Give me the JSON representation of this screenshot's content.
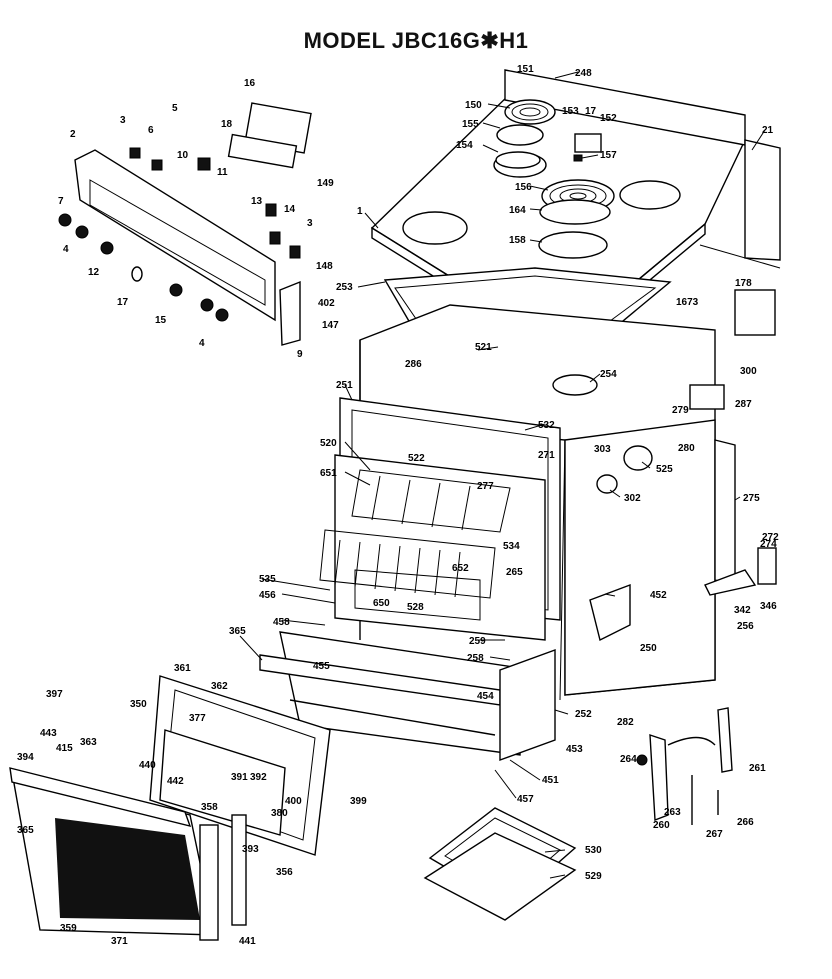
{
  "title": "MODEL JBC16G✱H1",
  "labels": [
    "248",
    "151",
    "150",
    "153",
    "17",
    "152",
    "155",
    "154",
    "157",
    "156",
    "164",
    "158",
    "21",
    "1",
    "253",
    "178",
    "1673",
    "521",
    "286",
    "254",
    "300",
    "251",
    "287",
    "279",
    "532",
    "271",
    "280",
    "303",
    "525",
    "520",
    "522",
    "651",
    "277",
    "275",
    "302",
    "272",
    "274",
    "534",
    "652",
    "265",
    "346",
    "535",
    "452",
    "456",
    "650",
    "528",
    "342",
    "256",
    "458",
    "259",
    "258",
    "250",
    "365",
    "455",
    "454",
    "252",
    "361",
    "362",
    "397",
    "350",
    "377",
    "443",
    "363",
    "415",
    "394",
    "440",
    "442",
    "391",
    "392",
    "400",
    "380",
    "399",
    "282",
    "453",
    "261",
    "264",
    "263",
    "260",
    "267",
    "266",
    "451",
    "457",
    "365",
    "358",
    "393",
    "356",
    "530",
    "529",
    "359",
    "371",
    "441",
    "16",
    "5",
    "18",
    "3",
    "6",
    "2",
    "10",
    "11",
    "149",
    "7",
    "13",
    "14",
    "4",
    "12",
    "3",
    "148",
    "402",
    "17",
    "15",
    "4",
    "147",
    "9"
  ]
}
